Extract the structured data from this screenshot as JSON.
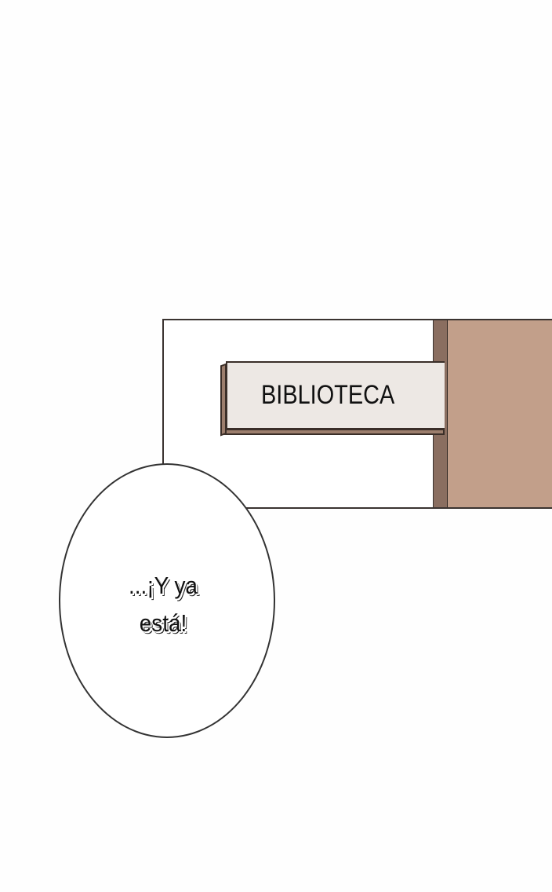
{
  "panel": {
    "sign_text": "BIBLIOTECA",
    "colors": {
      "door": "#c29f8a",
      "door_frame": "#8a6e60",
      "sign_face": "#ede8e4"
    }
  },
  "bubble": {
    "line1": "...¡Y ya",
    "line2": "está!"
  }
}
